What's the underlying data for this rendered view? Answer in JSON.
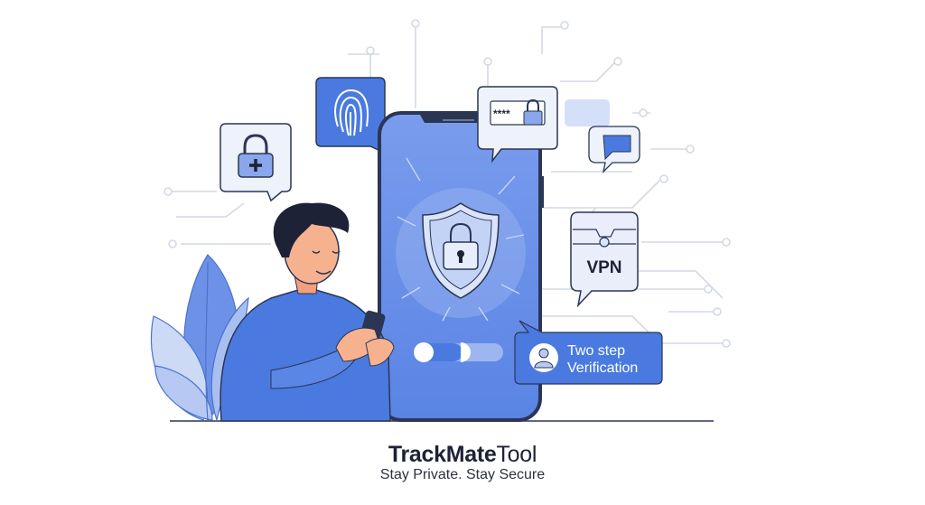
{
  "illustration": {
    "two_step_card": {
      "line1": "Two step",
      "line2": "Verification"
    },
    "vpn_bubble": {
      "label": "VPN"
    },
    "icons": [
      "lock-plus-icon",
      "fingerprint-icon",
      "password-lock-icon",
      "chat-bubble-icon",
      "shield-lock-icon",
      "toggle-icon",
      "user-icon",
      "vpn-icon"
    ],
    "colors": {
      "accent": "#4a7ae0",
      "phone_screen": "#6a90e6",
      "outline": "#2b3655",
      "circuit": "#d3d9e3"
    }
  },
  "brand": {
    "name_bold": "TrackMate",
    "name_light": "Tool",
    "tagline": "Stay Private. Stay Secure"
  }
}
